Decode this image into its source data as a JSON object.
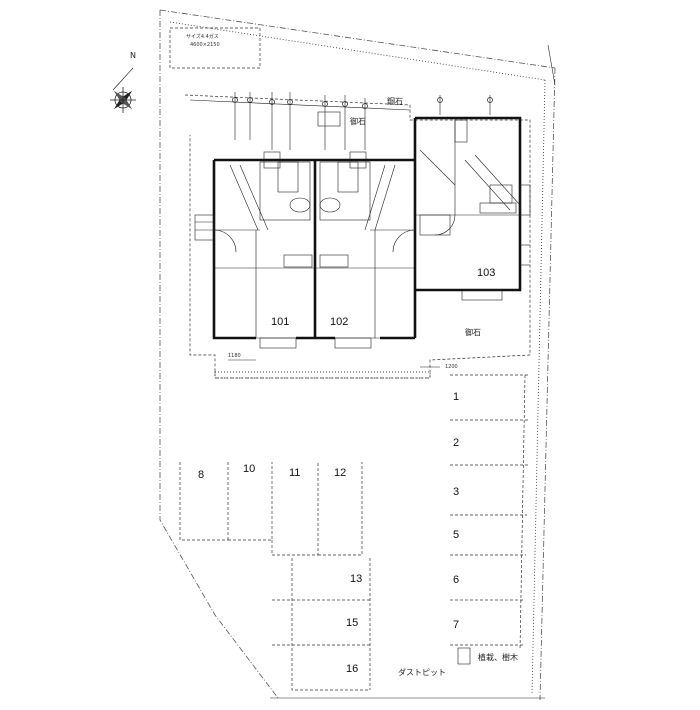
{
  "units": {
    "r101": "101",
    "r102": "102",
    "r103": "103"
  },
  "parking": [
    {
      "id": "p1",
      "label": "1"
    },
    {
      "id": "p2",
      "label": "2"
    },
    {
      "id": "p3",
      "label": "3"
    },
    {
      "id": "p5",
      "label": "5"
    },
    {
      "id": "p6",
      "label": "6"
    },
    {
      "id": "p7",
      "label": "7"
    },
    {
      "id": "p8",
      "label": "8"
    },
    {
      "id": "p10",
      "label": "10"
    },
    {
      "id": "p11",
      "label": "11"
    },
    {
      "id": "p12",
      "label": "12"
    },
    {
      "id": "p13",
      "label": "13"
    },
    {
      "id": "p15",
      "label": "15"
    },
    {
      "id": "p16",
      "label": "16"
    }
  ],
  "labels": {
    "hedge_top": "鋼石",
    "paving_top": "御石",
    "paving_right": "御石",
    "dust_pit": "ダストピット",
    "planting": "植栽、樹木",
    "compass": "N",
    "meter_box_title": "サイズ4.4ガス",
    "meter_box_size": "4600×2150",
    "dim_left": "1180",
    "dim_right": "1200"
  }
}
